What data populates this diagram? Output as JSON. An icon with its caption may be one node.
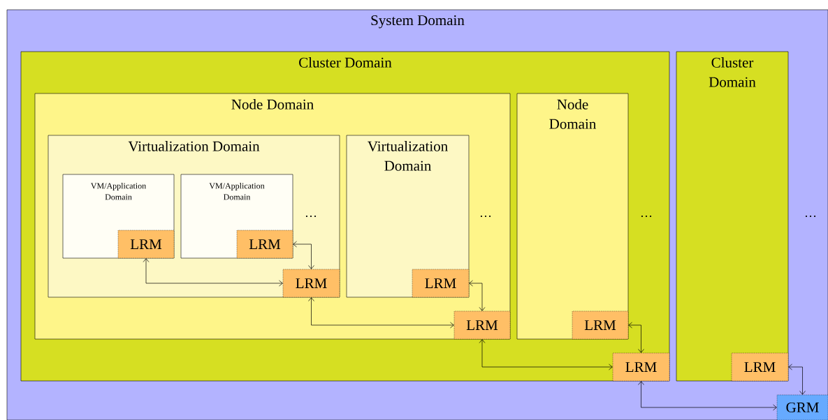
{
  "diagram": {
    "nodes": [
      {
        "text": [
          "System Domain"
        ]
      },
      {
        "text": [
          "Cluster Domain"
        ],
        "in": 0
      },
      {
        "text": [
          "Node Domain"
        ],
        "in": 1
      },
      {
        "text": [
          "Virtualization Domain"
        ],
        "in": 2
      },
      {
        "text": [
          "VM/Application Domain"
        ],
        "in": 3
      },
      {
        "text": [
          "LRM"
        ],
        "in": 4
      },
      {
        "text": [
          "VM/Application Domain"
        ],
        "in": 3
      },
      {
        "text": [
          "LRM"
        ],
        "in": 6
      },
      {
        "text": [
          "LRM"
        ],
        "in": 3
      },
      {
        "text": [
          "Virtualization Domain"
        ],
        "in": 2
      },
      {
        "text": [
          "LRM"
        ],
        "in": 9
      },
      {
        "text": [
          "LRM"
        ],
        "in": 2
      },
      {
        "text": [
          "Node Domain"
        ],
        "in": 1
      },
      {
        "text": [
          "LRM"
        ],
        "in": 12
      },
      {
        "text": [
          "LRM"
        ],
        "in": 1
      },
      {
        "text": [
          "Cluster Domain"
        ],
        "in": 0
      },
      {
        "text": [
          "LRM"
        ],
        "in": 15
      },
      {
        "text": [
          "GRM"
        ],
        "in": 0
      }
    ],
    "edges": [
      {
        "from": 5,
        "to": 8,
        "arrow": "both"
      },
      {
        "from": 7,
        "to": 8,
        "arrow": "both"
      },
      {
        "from": 8,
        "to": 11,
        "arrow": "both"
      },
      {
        "from": 10,
        "to": 11,
        "arrow": "both"
      },
      {
        "from": 11,
        "to": 14,
        "arrow": "both"
      },
      {
        "from": 13,
        "to": 14,
        "arrow": "both"
      },
      {
        "from": 14,
        "to": 17,
        "arrow": "both"
      },
      {
        "from": 16,
        "to": 17,
        "arrow": "both"
      }
    ],
    "labels": [
      "…",
      "…",
      "…",
      "…"
    ]
  }
}
